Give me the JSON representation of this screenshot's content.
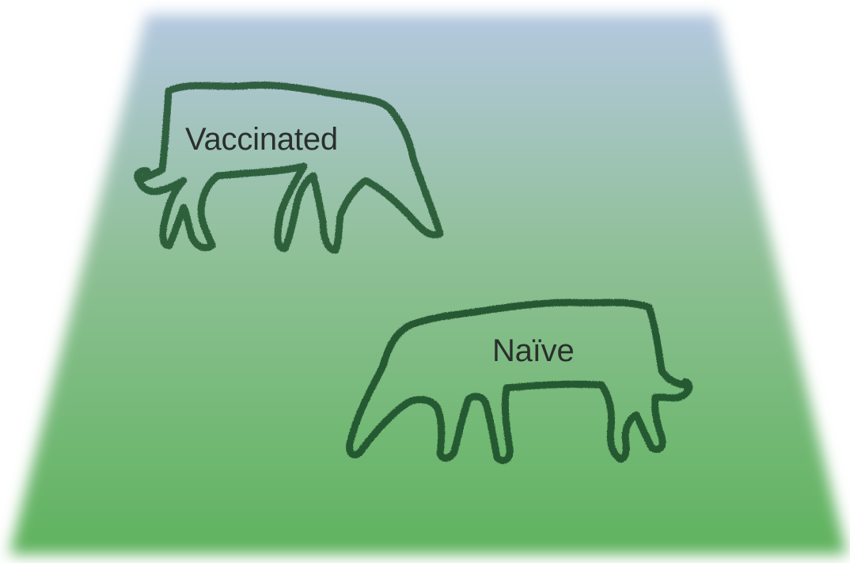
{
  "labels": {
    "vaccinated": "Vaccinated",
    "naive": "Naïve"
  },
  "icons": {
    "vaccinated_animal": "grazing-cow-outline-icon",
    "naive_animal": "grazing-cow-outline-icon",
    "field": "pasture-field"
  },
  "colors": {
    "field_top": "#b4c8e0",
    "field_bottom": "#5fb35e",
    "outline": "#1e4f2b",
    "label_text": "#2a2f2c"
  }
}
